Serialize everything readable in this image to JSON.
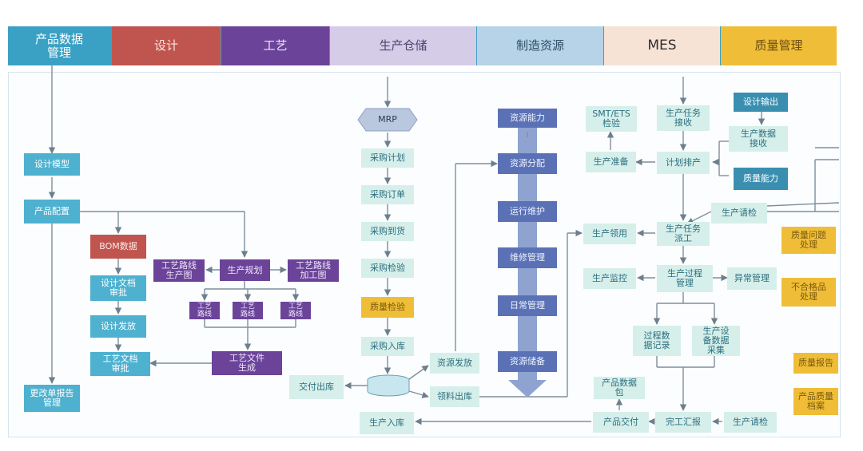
{
  "header": {
    "pdm": "产品数据\n管理",
    "design": "设计",
    "process": "工艺",
    "warehouse": "生产仓储",
    "resources": "制造资源",
    "mes": "MES",
    "quality": "质量管理"
  },
  "pdm": {
    "design_struct": "设计模型",
    "product_config": "产品配置",
    "change_mgmt": "更改单报告\n管理"
  },
  "design": {
    "mbom": "BOM数据",
    "design_doc_review": "设计文档\n审批",
    "design_release": "设计发放",
    "process_doc_review": "工艺文档\n审批"
  },
  "process": {
    "craft_route": "工艺路线\n生产图",
    "production_planning": "生产规划",
    "process_chart": "工艺路线\n加工图",
    "sub1": "工艺\n路线",
    "sub2": "工艺\n路线",
    "sub3": "工艺\n路线",
    "craft_issue": "工艺文件\n生成"
  },
  "warehouse": {
    "mrp": "MRP",
    "purchase_plan": "采购计划",
    "purchase_order": "采购订单",
    "purchase_receive": "采购到货",
    "purchase_inspect": "采购检验",
    "quality_inspect": "质量检验",
    "purchase_in": "采购入库",
    "delivery_out": "交付出库",
    "resource_issue": "资源发放",
    "material_out": "领料出库",
    "production_in": "生产入库"
  },
  "resources": {
    "capacity": "资源能力",
    "allocation": "资源分配",
    "maintenance": "运行维护",
    "repair": "维修管理",
    "daily": "日常管理",
    "reserve": "资源储备"
  },
  "mes": {
    "smt_check": "SMT/ETS\n检验",
    "task_receive": "生产任务\n接收",
    "prep": "生产准备",
    "plan_prod": "计划排产",
    "pick": "生产领用",
    "task_dispatch": "生产任务\n派工",
    "monitor": "生产监控",
    "process_mgmt": "生产过程\n管理",
    "exception": "异常管理",
    "process_data": "过程数\n据记录",
    "equip_data": "生产设\n备数据\n采集",
    "product_data": "产品数据\n包",
    "delivery": "产品交付",
    "report": "完工汇报",
    "inspect_req": "生产请检"
  },
  "quality": {
    "design_review": "设计输出",
    "prod_data_recv": "生产数据\n接收",
    "quality_capacity": "质量能力",
    "inspect_request": "生产请检",
    "issue_handle": "质量问题\n处理",
    "nonconform": "不合格品\n处理",
    "quality_report": "质量报告",
    "product_quality": "产品质量\n档案"
  }
}
